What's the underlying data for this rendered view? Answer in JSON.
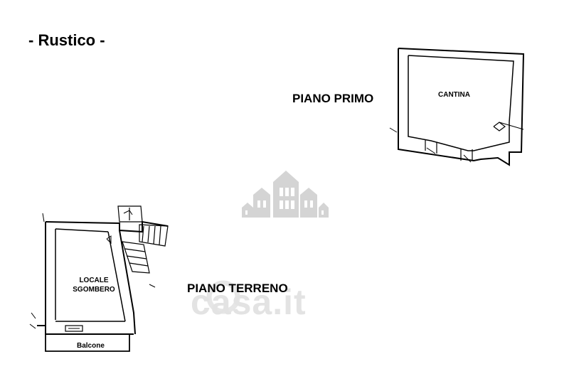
{
  "title": "- Rustico -",
  "floors": {
    "first_floor": {
      "label": "PIANO PRIMO",
      "room": "CANTINA"
    },
    "ground_floor": {
      "label": "PIANO TERRENO",
      "room_line1": "LOCALE",
      "room_line2": "SGOMBERO",
      "balcony": "Balcone"
    }
  },
  "watermark": {
    "text": "casa.it",
    "icon": "buildings-logo-icon",
    "color": "#d4d4d4"
  },
  "colors": {
    "ink": "#000000",
    "background": "#ffffff"
  }
}
